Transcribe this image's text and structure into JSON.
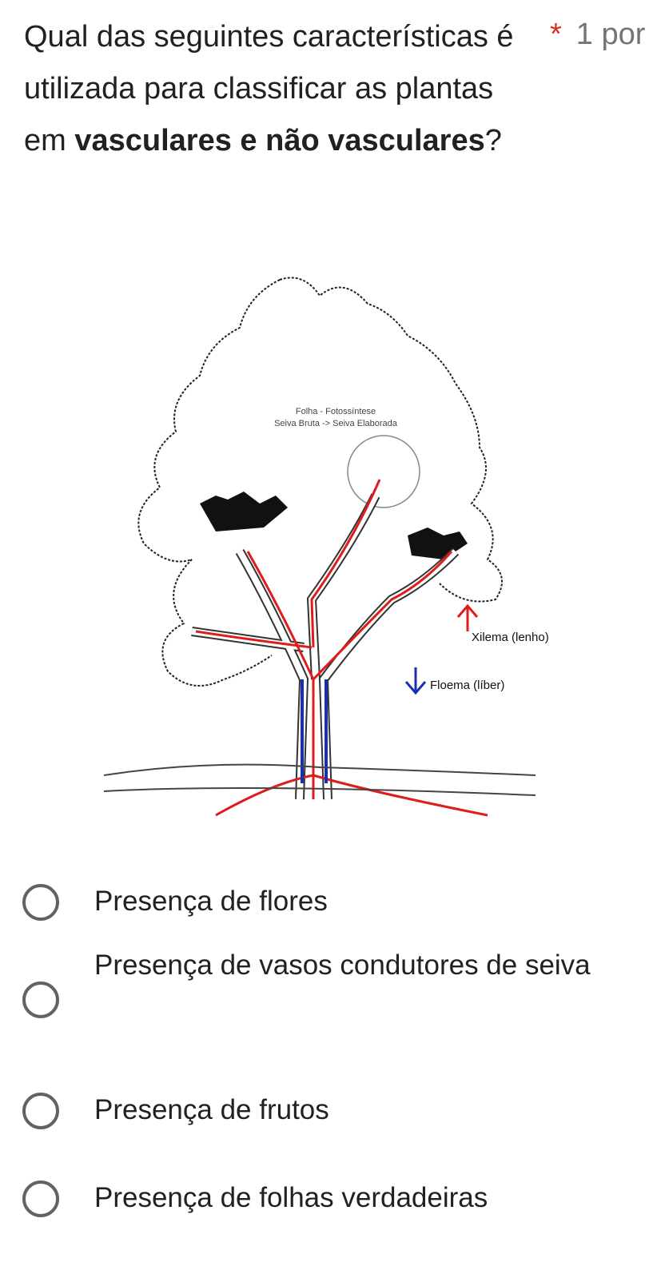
{
  "question": {
    "title_plain": "Qual das seguintes características é utilizada para classificar as plantas em",
    "title_bold": "vasculares e não vasculares",
    "title_suffix": "?",
    "required_marker": "*",
    "points": "1 por"
  },
  "figure": {
    "label_leaf": "Folha - Fotossíntese",
    "label_sap": "Seiva Bruta -> Seiva Elaborada",
    "label_xylem": "Xilema (lenho)",
    "label_phloem": "Floema (líber)",
    "xylem_color": "#e01b1b",
    "phloem_color": "#1a2fa8"
  },
  "options": [
    {
      "label": "Presença de flores"
    },
    {
      "label": "Presença de vasos condutores de seiva"
    },
    {
      "label": "Presença de frutos"
    },
    {
      "label": "Presença de folhas verdadeiras"
    }
  ]
}
